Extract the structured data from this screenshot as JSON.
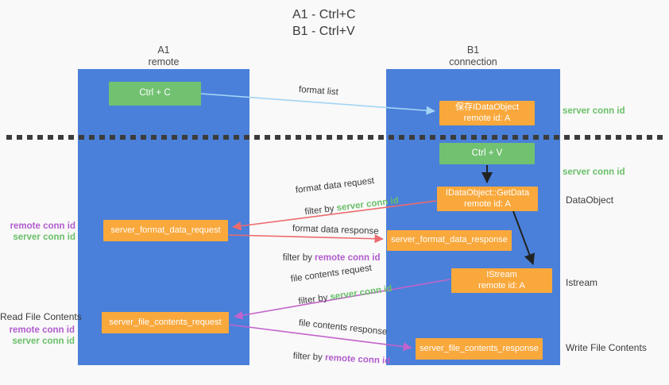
{
  "title": {
    "line1": "A1 - Ctrl+C",
    "line2": "B1 - Ctrl+V"
  },
  "columns": {
    "left": {
      "header_line1": "A1",
      "header_line2": "remote"
    },
    "right": {
      "header_line1": "B1",
      "header_line2": "connection"
    }
  },
  "nodes": {
    "ctrl_c": {
      "label": "Ctrl + C"
    },
    "save_idataobject": {
      "line1": "保存IDataObject",
      "line2": "remote id: A"
    },
    "ctrl_v": {
      "label": "Ctrl + V"
    },
    "getdata": {
      "line1": "IDataObject::GetData",
      "line2": "remote id: A"
    },
    "format_request": {
      "label": "server_format_data_request"
    },
    "format_response": {
      "label": "server_format_data_response"
    },
    "istream": {
      "line1": "IStream",
      "line2": "remote id: A"
    },
    "file_request": {
      "label": "server_file_contents_request"
    },
    "file_response": {
      "label": "server_file_contents_response"
    }
  },
  "side_labels": {
    "server_conn_id_top": "server conn id",
    "server_conn_id_mid": "server conn id",
    "dataobject": "DataObject",
    "istream": "Istream",
    "write_file_contents": "Write File Contents",
    "read_file_contents": "Read File Contents",
    "left1_remote_conn_id": "remote conn id",
    "left1_server_conn_id": "server conn id",
    "left2_remote_conn_id": "remote conn id",
    "left2_server_conn_id": "server conn id"
  },
  "arrow_labels": {
    "format_list": "format list",
    "format_data_request": "format data request",
    "format_data_response": "format data response",
    "file_contents_request": "file contents request",
    "file_contents_response": "file contents response",
    "filter_by": "filter by ",
    "server_conn_id": "server conn id",
    "remote_conn_id": "remote conn id"
  },
  "colors": {
    "column_blue": "#4a80d9",
    "node_green": "#71c171",
    "node_orange": "#f9a83c",
    "arrow_light_blue": "#a3d4f5",
    "arrow_salmon": "#ed6a6d",
    "arrow_magenta": "#c263cc",
    "arrow_black": "#222222",
    "text_green": "#6abf69",
    "text_purple": "#b15ccd",
    "dotted_line": "#3c3c3c"
  }
}
